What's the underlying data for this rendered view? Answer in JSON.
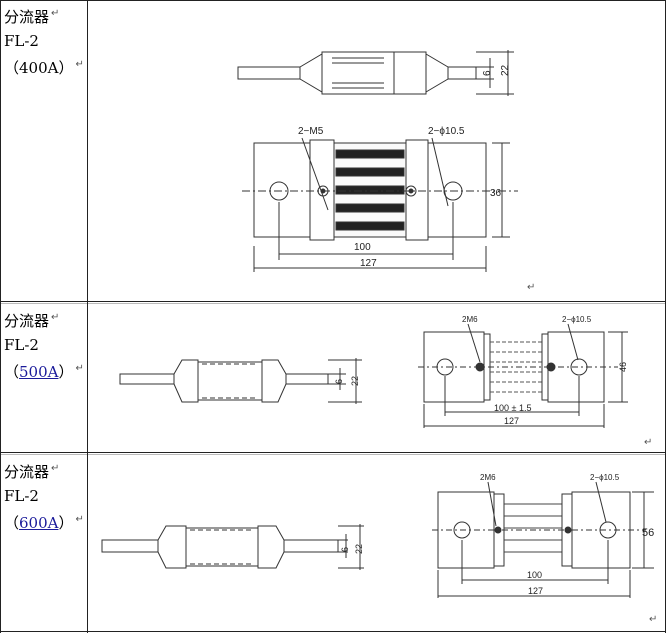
{
  "rows": [
    {
      "name_label": "分流器",
      "model": "FL-2",
      "rating_open": "（",
      "rating": "400A",
      "rating_close": "）",
      "rating_is_link": false,
      "drawing": {
        "dim_thin": "6",
        "dim_width": "22",
        "screw_note": "2−M5",
        "hole_note": "2−ϕ10.5",
        "dim_height": "36",
        "dim_inner": "100",
        "dim_total": "127"
      }
    },
    {
      "name_label": "分流器",
      "model": "FL-2",
      "rating_open": "（",
      "rating": "500A",
      "rating_close": "）",
      "rating_is_link": true,
      "drawing": {
        "dim_thin": "6",
        "dim_width": "22",
        "screw_note": "2M6",
        "hole_note": "2−ϕ10.5",
        "dim_height": "46",
        "dim_inner": "100 ± 1.5",
        "dim_total": "127"
      }
    },
    {
      "name_label": "分流器",
      "model": "FL-2",
      "rating_open": "（",
      "rating": "600A",
      "rating_close": "）",
      "rating_is_link": true,
      "drawing": {
        "dim_thin": "6",
        "dim_width": "22",
        "screw_note": "2M6",
        "hole_note": "2−ϕ10.5",
        "dim_height": "56",
        "dim_inner": "100",
        "dim_total": "127"
      }
    }
  ],
  "paragraph_mark": "↵"
}
